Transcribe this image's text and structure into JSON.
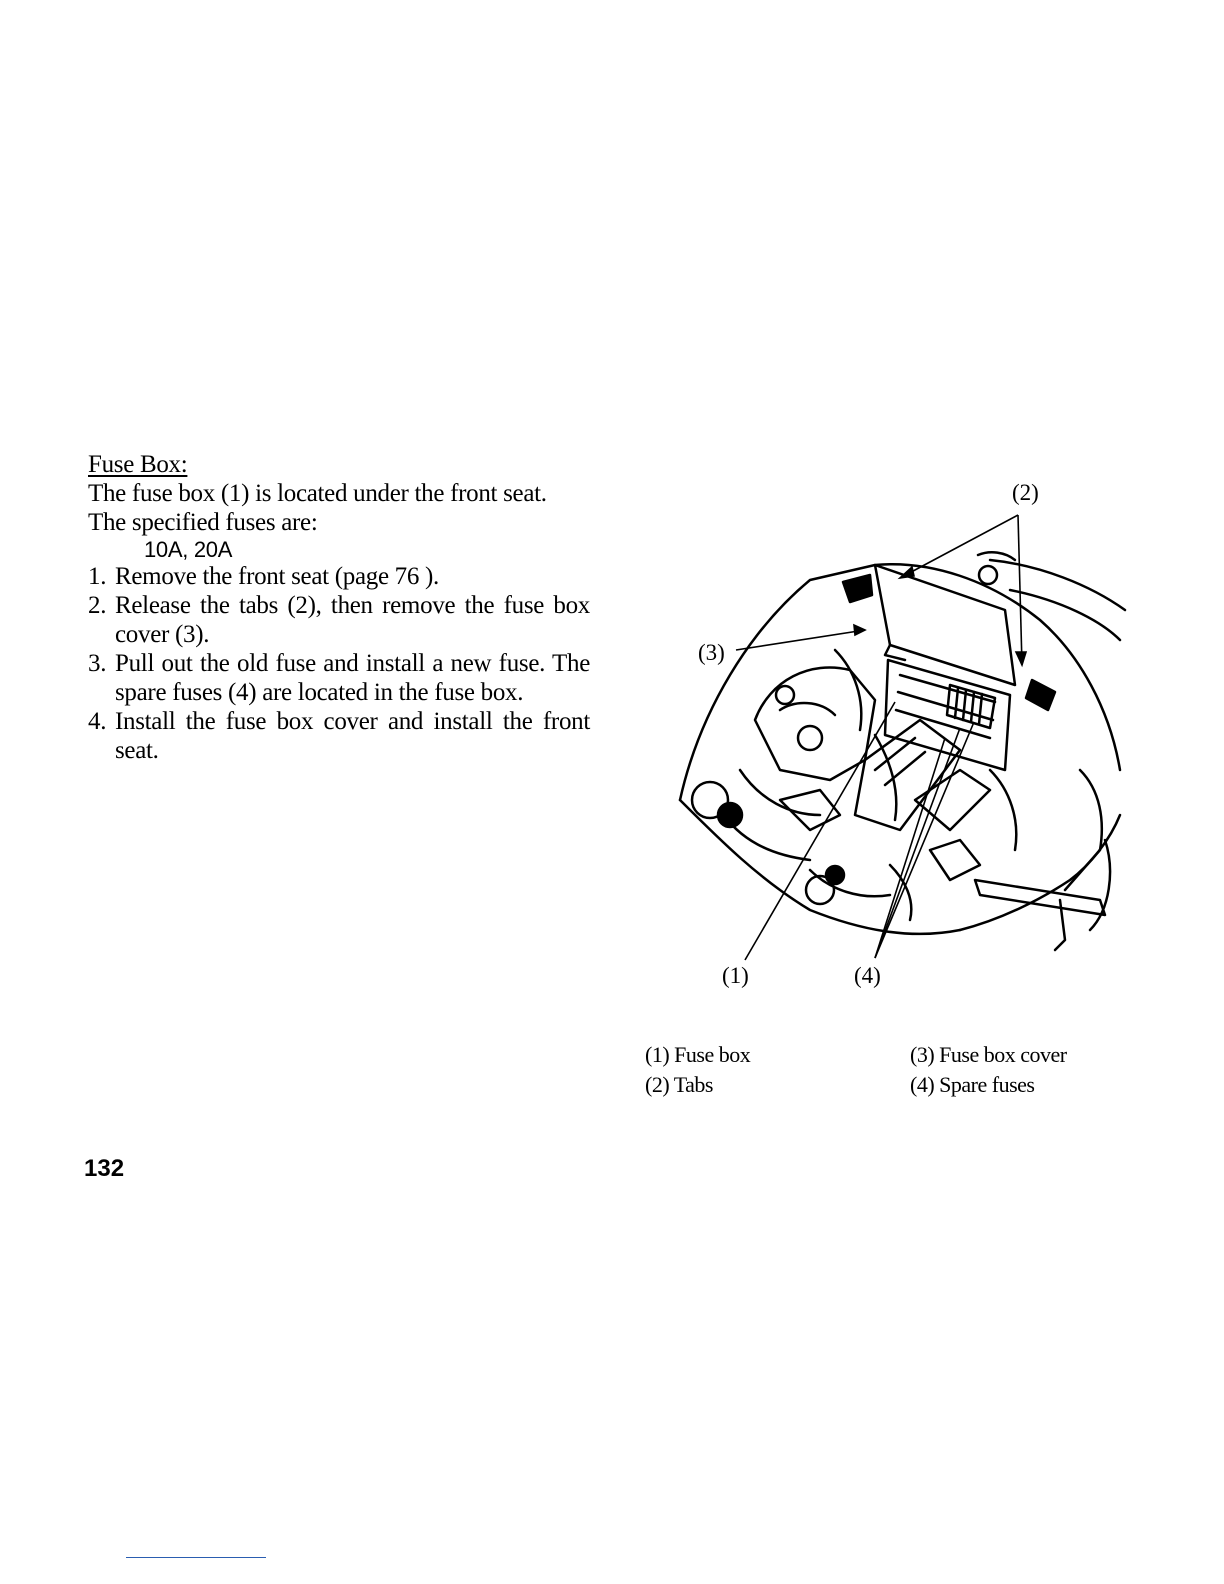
{
  "section": {
    "heading": "Fuse Box:",
    "intro": "The fuse box (1) is located under the front seat.",
    "specified_label": "The specified fuses are:",
    "fuse_ratings": "10A, 20A",
    "steps": [
      {
        "num": "1.",
        "text": "Remove the front seat (page 76 )."
      },
      {
        "num": "2.",
        "text": "Release the tabs (2), then remove the fuse box cover (3)."
      },
      {
        "num": "3.",
        "text": "Pull out the old fuse and install a new fuse. The spare fuses (4) are located in the fuse box."
      },
      {
        "num": "4.",
        "text": "Install the fuse box cover and install the front seat."
      }
    ]
  },
  "figure": {
    "callouts": {
      "c1": "(1)",
      "c2": "(2)",
      "c3": "(3)",
      "c4": "(4)"
    },
    "legend": [
      "(1) Fuse box",
      "(2) Tabs",
      "(3) Fuse box cover",
      "(4) Spare fuses"
    ]
  },
  "page_number": "132"
}
